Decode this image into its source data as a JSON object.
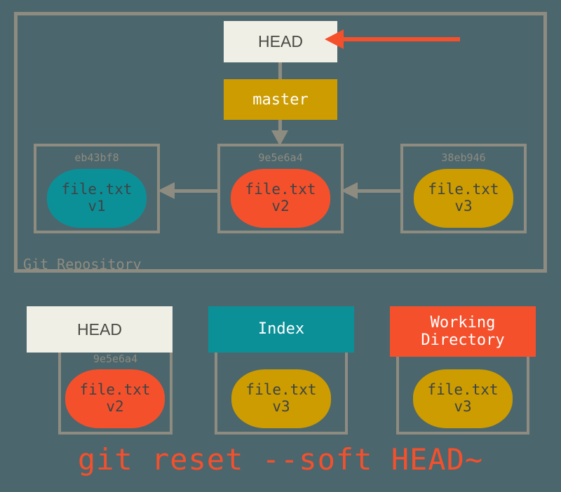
{
  "diagram": {
    "title_caption": "git reset --soft HEAD~",
    "background_color": "#4c666d",
    "border_color": "#8e8c80",
    "accent_color": "#f5502c"
  },
  "repository": {
    "label": "Git Repository",
    "head_pointer": {
      "label": "HEAD",
      "background": "#f0efe6"
    },
    "branch": {
      "label": "master",
      "background": "#cc9c00"
    },
    "callout_arrow": {
      "name": "red-callout-arrow",
      "color": "#f5502c",
      "direction": "left"
    },
    "commits": [
      {
        "hash": "eb43bf8",
        "file": "file.txt",
        "version": "v1",
        "color": "#0c9098"
      },
      {
        "hash": "9e5e6a4",
        "file": "file.txt",
        "version": "v2",
        "color": "#f5502c"
      },
      {
        "hash": "38eb946",
        "file": "file.txt",
        "version": "v3",
        "color": "#cc9c00"
      }
    ]
  },
  "areas": [
    {
      "name": "head",
      "header": "HEAD",
      "header_color": "#f0efe6",
      "hash": "9e5e6a4",
      "file": "file.txt",
      "version": "v2",
      "blob_color": "#f5502c"
    },
    {
      "name": "index",
      "header": "Index",
      "header_color": "#0c9098",
      "hash": "",
      "file": "file.txt",
      "version": "v3",
      "blob_color": "#cc9c00"
    },
    {
      "name": "working-directory",
      "header_line1": "Working",
      "header_line2": "Directory",
      "header_color": "#f5502c",
      "hash": "",
      "file": "file.txt",
      "version": "v3",
      "blob_color": "#cc9c00"
    }
  ]
}
